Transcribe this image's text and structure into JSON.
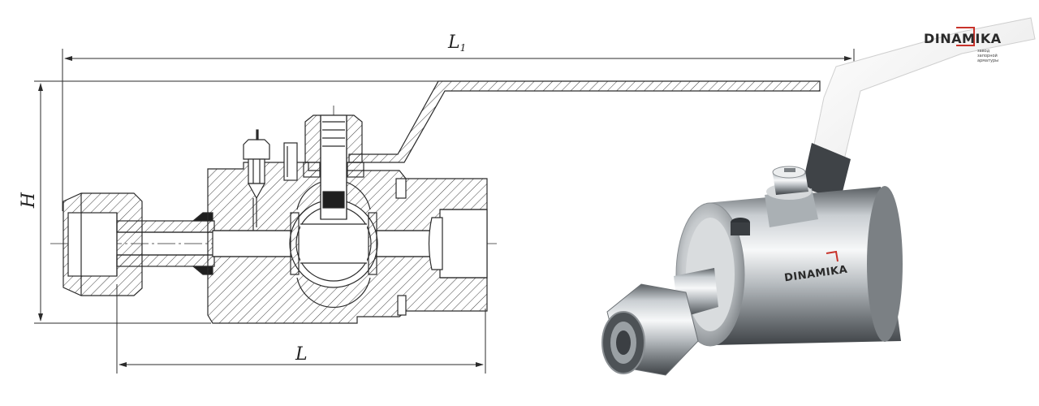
{
  "drawing": {
    "dim_L1_main": "L",
    "dim_L1_sub": "1",
    "dim_L": "L",
    "dim_H": "H"
  },
  "brand": {
    "logo_word": "DINAMIKA",
    "logo_tagline": "завод запорной арматуры",
    "accent_color": "#c8322a",
    "body_word": "DINAMIKA"
  },
  "colors": {
    "line": "#2b2b2b",
    "steel_light": "#eef0f1",
    "steel_mid": "#b9bec2",
    "steel_dark": "#5a5f63",
    "handle": "#f2f2f2"
  }
}
